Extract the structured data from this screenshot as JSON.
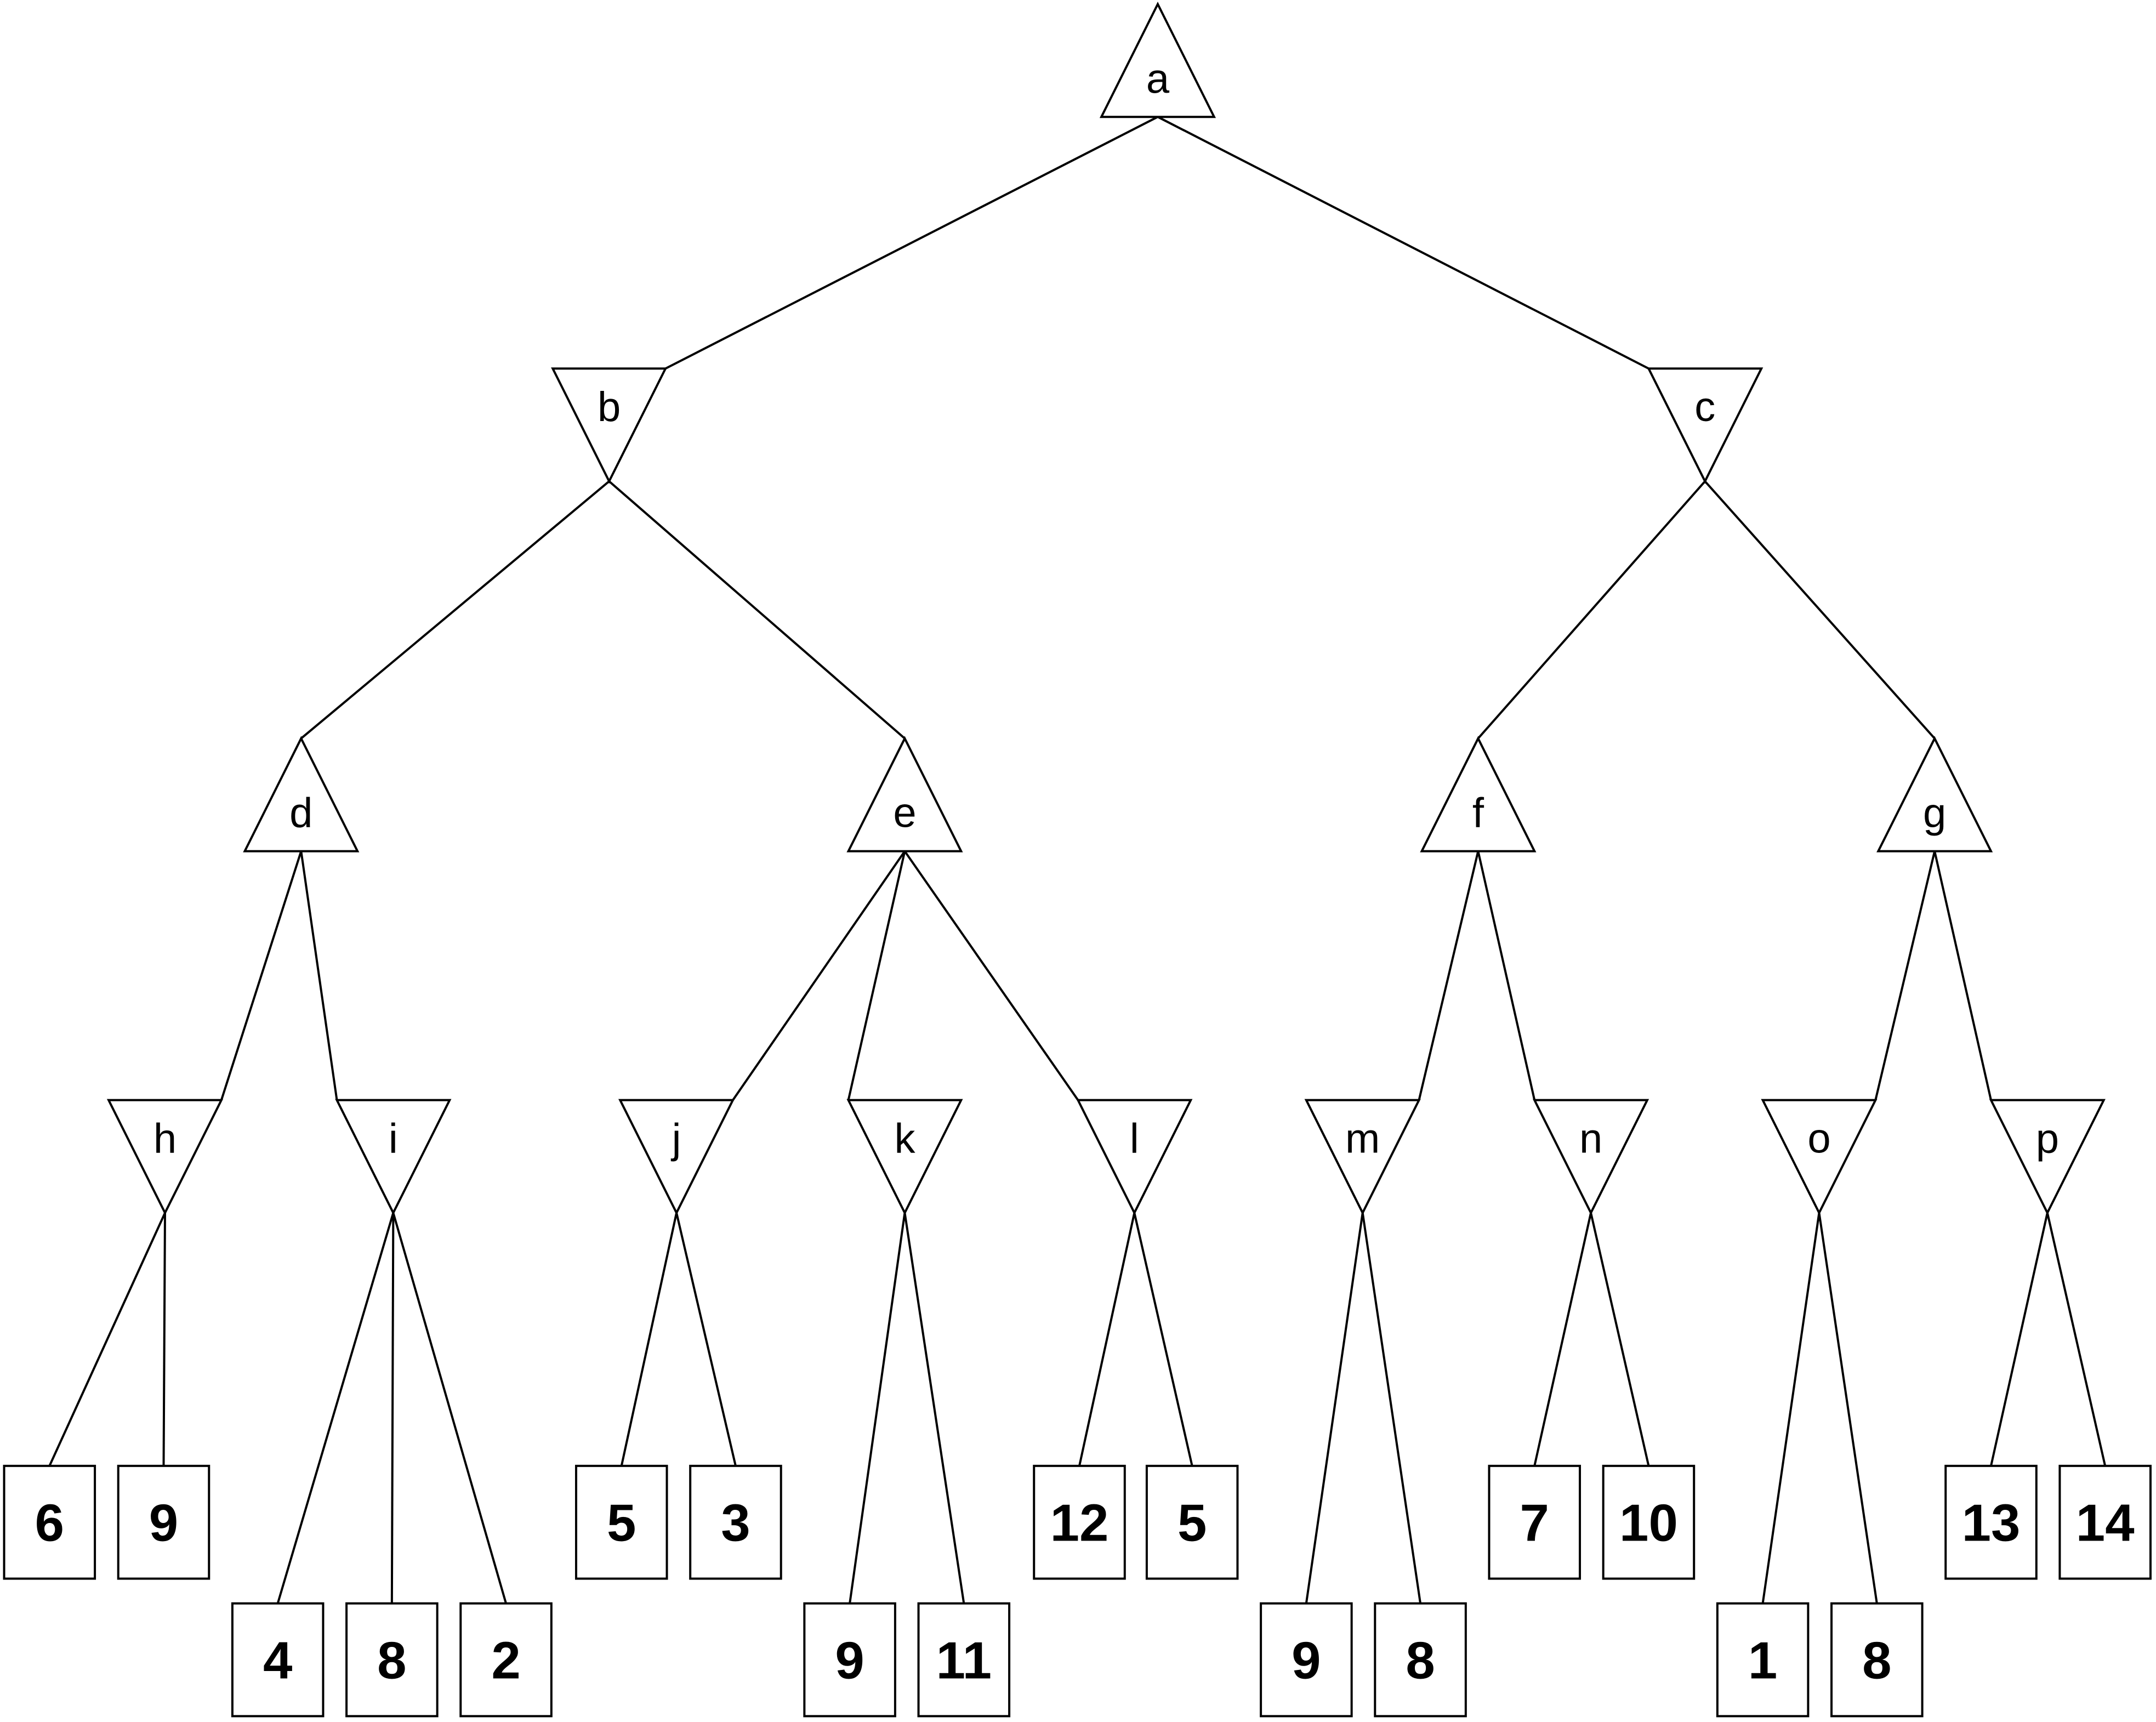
{
  "tree": {
    "nodes": [
      {
        "id": "a",
        "label": "a",
        "kind": "max"
      },
      {
        "id": "b",
        "label": "b",
        "kind": "min"
      },
      {
        "id": "c",
        "label": "c",
        "kind": "min"
      },
      {
        "id": "d",
        "label": "d",
        "kind": "max"
      },
      {
        "id": "e",
        "label": "e",
        "kind": "max"
      },
      {
        "id": "f",
        "label": "f",
        "kind": "max"
      },
      {
        "id": "g",
        "label": "g",
        "kind": "max"
      },
      {
        "id": "h",
        "label": "h",
        "kind": "min"
      },
      {
        "id": "i",
        "label": "i",
        "kind": "min"
      },
      {
        "id": "j",
        "label": "j",
        "kind": "min"
      },
      {
        "id": "k",
        "label": "k",
        "kind": "min"
      },
      {
        "id": "l",
        "label": "l",
        "kind": "min"
      },
      {
        "id": "m",
        "label": "m",
        "kind": "min"
      },
      {
        "id": "n",
        "label": "n",
        "kind": "min"
      },
      {
        "id": "o",
        "label": "o",
        "kind": "min"
      },
      {
        "id": "p",
        "label": "p",
        "kind": "min"
      }
    ],
    "leaves": [
      {
        "id": "h1",
        "value": "6"
      },
      {
        "id": "h2",
        "value": "9"
      },
      {
        "id": "i1",
        "value": "4"
      },
      {
        "id": "i2",
        "value": "8"
      },
      {
        "id": "i3",
        "value": "2"
      },
      {
        "id": "j1",
        "value": "5"
      },
      {
        "id": "j2",
        "value": "3"
      },
      {
        "id": "k1",
        "value": "9"
      },
      {
        "id": "k2",
        "value": "11"
      },
      {
        "id": "l1",
        "value": "12"
      },
      {
        "id": "l2",
        "value": "5"
      },
      {
        "id": "m1",
        "value": "9"
      },
      {
        "id": "m2",
        "value": "8"
      },
      {
        "id": "n1",
        "value": "7"
      },
      {
        "id": "n2",
        "value": "10"
      },
      {
        "id": "o1",
        "value": "1"
      },
      {
        "id": "o2",
        "value": "8"
      },
      {
        "id": "p1",
        "value": "13"
      },
      {
        "id": "p2",
        "value": "14"
      }
    ],
    "edges": [
      [
        "a",
        "b"
      ],
      [
        "a",
        "c"
      ],
      [
        "b",
        "d"
      ],
      [
        "b",
        "e"
      ],
      [
        "c",
        "f"
      ],
      [
        "c",
        "g"
      ],
      [
        "d",
        "h"
      ],
      [
        "d",
        "i"
      ],
      [
        "e",
        "j"
      ],
      [
        "e",
        "k"
      ],
      [
        "e",
        "l"
      ],
      [
        "f",
        "m"
      ],
      [
        "f",
        "n"
      ],
      [
        "g",
        "o"
      ],
      [
        "g",
        "p"
      ],
      [
        "h",
        "h1"
      ],
      [
        "h",
        "h2"
      ],
      [
        "i",
        "i1"
      ],
      [
        "i",
        "i2"
      ],
      [
        "i",
        "i3"
      ],
      [
        "j",
        "j1"
      ],
      [
        "j",
        "j2"
      ],
      [
        "k",
        "k1"
      ],
      [
        "k",
        "k2"
      ],
      [
        "l",
        "l1"
      ],
      [
        "l",
        "l2"
      ],
      [
        "m",
        "m1"
      ],
      [
        "m",
        "m2"
      ],
      [
        "n",
        "n1"
      ],
      [
        "n",
        "n2"
      ],
      [
        "o",
        "o1"
      ],
      [
        "o",
        "o2"
      ],
      [
        "p",
        "p1"
      ],
      [
        "p",
        "p2"
      ]
    ]
  }
}
